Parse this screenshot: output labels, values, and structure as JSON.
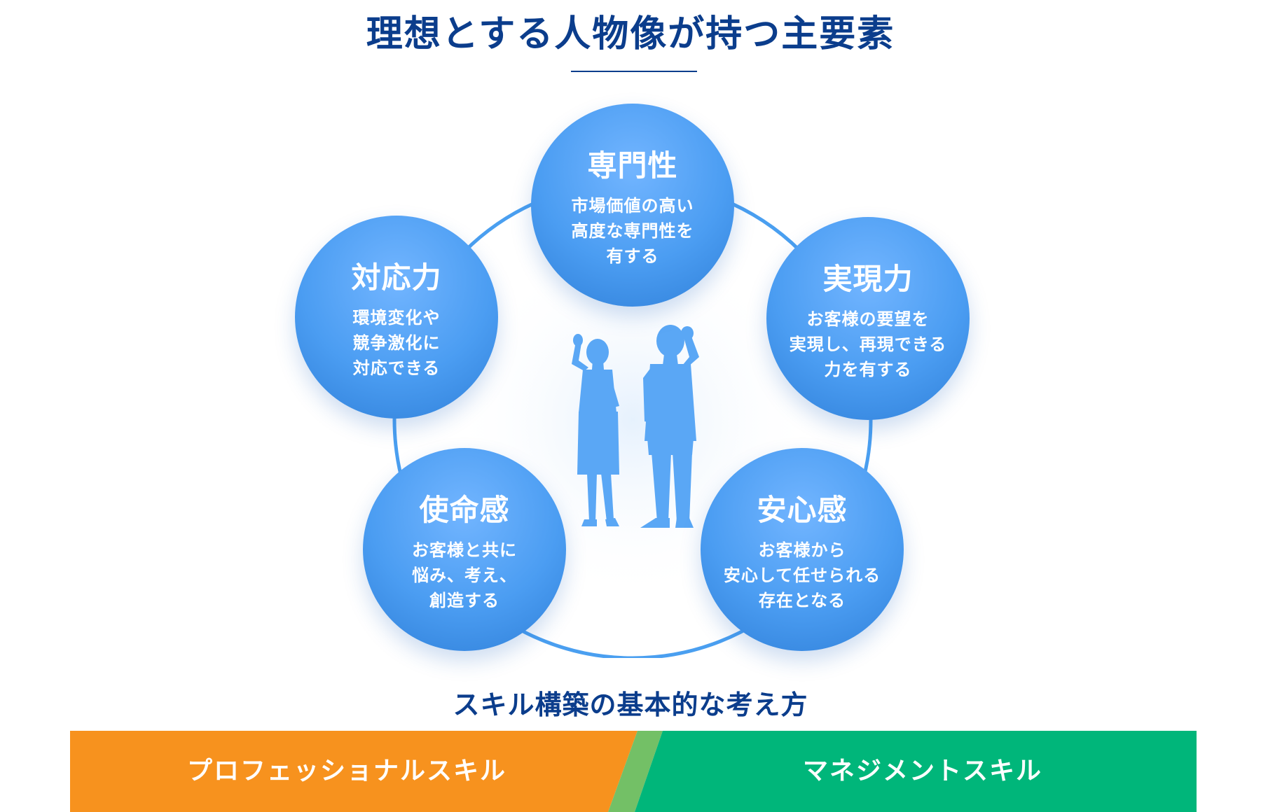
{
  "title": "理想とする人物像が持つ主要素",
  "elements": [
    {
      "title": "専門性",
      "lines": [
        "市場価値の高い",
        "高度な専門性を",
        "有する"
      ]
    },
    {
      "title": "実現力",
      "lines": [
        "お客様の要望を",
        "実現し、再現できる",
        "力を有する"
      ]
    },
    {
      "title": "安心感",
      "lines": [
        "お客様から",
        "安心して任せられる",
        "存在となる"
      ]
    },
    {
      "title": "使命感",
      "lines": [
        "お客様と共に",
        "悩み、考え、",
        "創造する"
      ]
    },
    {
      "title": "対応力",
      "lines": [
        "環境変化や",
        "競争激化に",
        "対応できる"
      ]
    }
  ],
  "subtitle": "スキル構築の基本的な考え方",
  "skills": {
    "professional": "プロフェッショナルスキル",
    "management": "マネジメントスキル"
  },
  "colors": {
    "heading": "#0b3d8c",
    "circle": "#4b9df2",
    "ring": "#4a9ff0",
    "silhouette": "#5aa7f5",
    "professional_band": "#f7921e",
    "management_band": "#00b67a",
    "band_divider": "#73c066"
  }
}
